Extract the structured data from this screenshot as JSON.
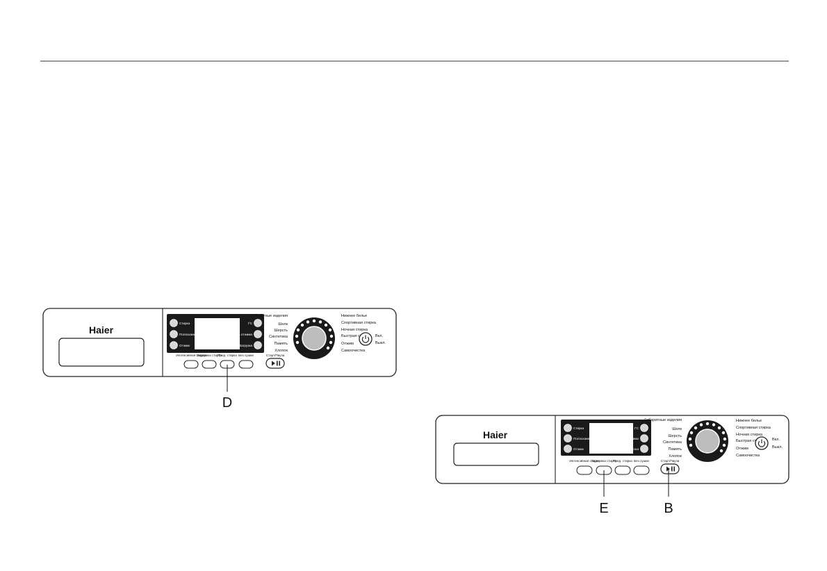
{
  "panels": [
    {
      "brand": "Haier",
      "left_buttons": [
        "Стирка",
        "Полоскание",
        "Отжим"
      ],
      "right_buttons": [
        "t°C",
        "Скорость отжима",
        "Загрузка"
      ],
      "bottom_buttons": [
        "Интенсивная стирка",
        "Задержка старта",
        "Пред. стирка",
        "Без сушки"
      ],
      "start_pause_label": "Старт/Пауза",
      "programs_left": [
        "Габаритные изделия",
        "Шелк",
        "Шерсть",
        "Синтетика",
        "Память",
        "Хлопок"
      ],
      "programs_right": [
        "Нижнее белье",
        "Спортивная стирка",
        "Ночная стирка",
        "Быстрая стирка",
        "Отжим",
        "Самоочистка"
      ],
      "power_label_on": "Вкл.",
      "power_label_off": "Выкл.",
      "callouts": [
        "D"
      ]
    },
    {
      "brand": "Haier",
      "left_buttons": [
        "Стирка",
        "Полоскание",
        "Отжим"
      ],
      "right_buttons": [
        "t°C",
        "Скорость отжима",
        "Загрузка"
      ],
      "bottom_buttons": [
        "Интенсивная стирка",
        "Задержка старта",
        "Пред. стирка",
        "Без сушки"
      ],
      "start_pause_label": "Старт/Пауза",
      "programs_left": [
        "Габаритные изделия",
        "Шелк",
        "Шерсть",
        "Синтетика",
        "Память",
        "Хлопок"
      ],
      "programs_right": [
        "Нижнее белье",
        "Спортивная стирка",
        "Ночная стирка",
        "Быстрая стирка",
        "Отжим",
        "Самоочистка"
      ],
      "power_label_on": "Вкл.",
      "power_label_off": "Выкл.",
      "callouts": [
        "E",
        "B"
      ]
    }
  ]
}
